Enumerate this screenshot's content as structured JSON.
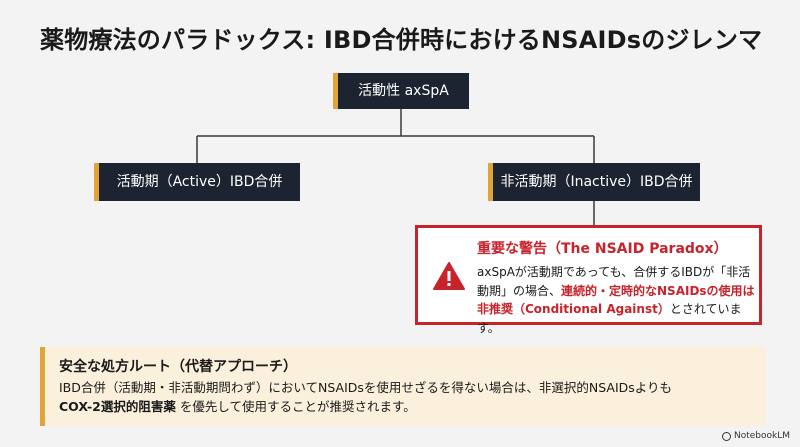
{
  "title": "薬物療法のパラドックス: IBD合併時におけるNSAIDsのジレンマ",
  "root": {
    "label": "活動性 axSpA"
  },
  "branches": {
    "left": {
      "label": "活動期（Active）IBD合併"
    },
    "right": {
      "label": "非活動期（Inactive）IBD合併"
    }
  },
  "warning": {
    "icon": "warning-triangle-icon",
    "title": "重要な警告（The NSAID Paradox）",
    "body_part1": "axSpAが活動期であっても、合併するIBDが「非活動期」の場合、",
    "body_highlight": "連続的・定時的なNSAIDsの使用は非推奨（Conditional Against）",
    "body_part2": "とされています。"
  },
  "recommendation": {
    "title": "安全な処方ルート（代替アプローチ）",
    "body_part1": "IBD合併（活動期・非活動期問わず）においてNSAIDsを使用せざるを得ない場合は、非選択的NSAIDsよりも",
    "body_bold": "COX-2選択的阻害薬",
    "body_part2": " を優先して使用することが推奨されます。"
  },
  "footer": {
    "brand": "NotebookLM"
  },
  "colors": {
    "node_bg": "#1c2331",
    "accent": "#e2a437",
    "warning": "#c8232b",
    "rec_bg": "#fbf0dc"
  }
}
